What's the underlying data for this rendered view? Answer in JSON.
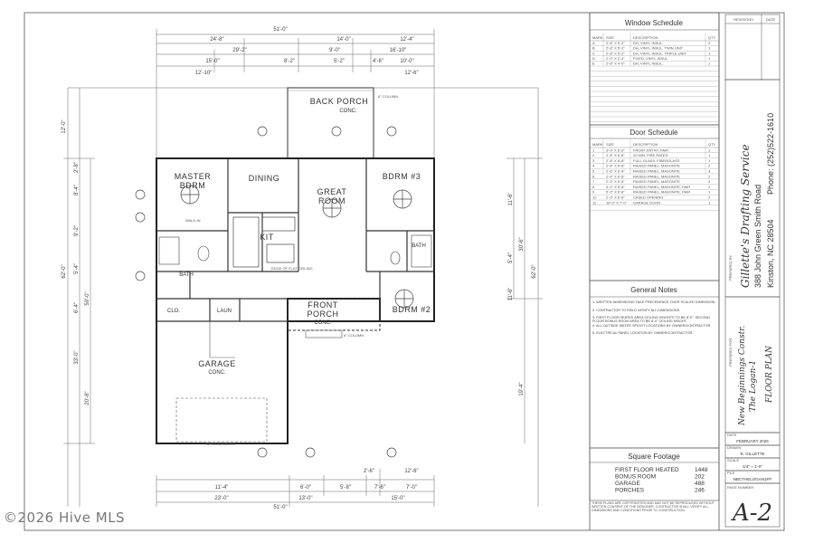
{
  "plan": {
    "overall": "51'-0\"",
    "dims_top": [
      "24'-8\"",
      "14'-0\"",
      "12'-4\"",
      "29'-2\"",
      "9'-0\"",
      "16'-10\"",
      "15'-0\"",
      "8'-2\"",
      "5'-2\"",
      "4'-6\"",
      "10'-0\"",
      "12'-10\"",
      "12'-6\""
    ],
    "dims_left": [
      "12'-0\"",
      "2'-8\"",
      "8'-4\"",
      "9'-2\"",
      "5'-4\"",
      "6'-4\"",
      "62'-0\"",
      "59'-0\"",
      "33'-0\"",
      "20'-8\""
    ],
    "dims_right": [
      "11'-6\"",
      "30'-6\"",
      "62'-0\"",
      "5'-4\"",
      "11'-6\"",
      "19'-4\""
    ],
    "dims_bottom": [
      "11'-4\"",
      "6'-0\"",
      "5'-8\"",
      "7'-6\"",
      "2'-6\"",
      "12'-6\"",
      "7'-0\"",
      "23'-0\"",
      "13'-0\"",
      "15'-0\""
    ],
    "rooms": {
      "back_porch": "BACK PORCH",
      "back_porch_sub": "CONC.",
      "master": "MASTER",
      "master2": "BDRM",
      "dining": "DINING",
      "great": "GREAT",
      "great2": "ROOM",
      "bdrm3": "BDRM #3",
      "kit": "KIT",
      "bath1": "BATH",
      "bath2": "BATH",
      "clo": "CLO.",
      "laun": "LAUN",
      "front_porch": "FRONT",
      "front_porch2": "PORCH",
      "front_porch_sub": "CONC.",
      "bdrm2": "BDRM #2",
      "garage": "GARAGE",
      "garage_sub": "CONC."
    },
    "notes": {
      "column": "6\" COLUMN",
      "column2": "6\" COLUMN",
      "beam": "W/ BEAM ABOVE",
      "attic": "EDGE OF FLAT CEILING",
      "walkin": "WALK-IN"
    }
  },
  "window_schedule": {
    "title": "Window Schedule",
    "headers": [
      "MARK",
      "SIZE",
      "DESCRIPTION",
      "QTY"
    ],
    "rows": [
      [
        "A",
        "2'-8\" X 5'-2\"",
        "DH, VINYL INSUL.",
        "4"
      ],
      [
        "B",
        "2'-8\" X 5'-2\"",
        "DH, VINYL INSUL. TWIN UNIT",
        "1"
      ],
      [
        "C",
        "2'-8\" X 5'-2\"",
        "DH, VINYL INSUL. TRIPLE UNIT",
        "1"
      ],
      [
        "D",
        "2'-0\" X 2'-4\"",
        "FIXED, VINYL INSUL.",
        "1"
      ],
      [
        "E",
        "2'-8\" X 4'-0\"",
        "DH, VINYL INSUL.",
        "1"
      ]
    ]
  },
  "door_schedule": {
    "title": "Door Schedule",
    "headers": [
      "MARK",
      "SIZE",
      "DESCRIPTION",
      "QTY"
    ],
    "rows": [
      [
        "1",
        "3'-0\" X 6'-8\"",
        "FRONT ENTRY, PAIR",
        "1"
      ],
      [
        "2",
        "2'-8\" X 6'-8\"",
        "20 MIN. FIRE RATED",
        "1"
      ],
      [
        "3",
        "2'-8\" X 6'-8\"",
        "FULL GLASS, FIBERGLASS",
        "1"
      ],
      [
        "4",
        "2'-8\" X 6'-8\"",
        "RAISED PANEL, MASONITE",
        "2"
      ],
      [
        "5",
        "2'-6\" X 6'-8\"",
        "RAISED PANEL, MASONITE",
        "3"
      ],
      [
        "6",
        "2'-4\" X 6'-8\"",
        "RAISED PANEL, MASONITE",
        "2"
      ],
      [
        "7",
        "2'-0\" X 6'-8\"",
        "RAISED PANEL, MASONITE",
        "3"
      ],
      [
        "8",
        "4'-0\" X 6'-8\"",
        "RAISED PANEL, MASONITE, PAIR",
        "2"
      ],
      [
        "9",
        "5'-0\" X 6'-8\"",
        "RAISED PANEL, MASONITE, PAIR",
        "1"
      ],
      [
        "10",
        "2'-0\" X 6'-8\"",
        "CASED OPENING",
        "2"
      ],
      [
        "11",
        "16'-0\" X 7'-0\"",
        "GARAGE DOOR",
        "1"
      ]
    ]
  },
  "general_notes": {
    "title": "General Notes",
    "items": [
      "1. WRITTEN DIMENSIONS TAKE PRECEDENCE OVER SCALED DIMENSION.",
      "2. CONTRACTOR TO FIELD VERIFY ALL DIMENSIONS.",
      "3. FIRST FLOOR HEATED AREA CEILING HEIGHTS TO BE 8'-0\". SECOND FLOOR BONUS ROOM AREA TO BE 8'-0\" CEILING HEIGHT.",
      "4. ALL OUTSIDE WATER SPIGOT LOCATIONS BY OWNER/CONTRACTOR.",
      "5. ELECTRICAL PANEL LOCATION BY OWNER/CONTRACTOR."
    ]
  },
  "square_footage": {
    "title": "Square Footage",
    "rows": [
      {
        "label": "FIRST FLOOR HEATED",
        "value": "1448"
      },
      {
        "label": "BONUS ROOM",
        "value": "202"
      },
      {
        "label": "GARAGE",
        "value": "488"
      },
      {
        "label": "PORCHES",
        "value": "246"
      }
    ]
  },
  "disclaimer": "THESE PLANS ARE COPYRIGHTED AND MAY NOT BE REPRODUCED WITHOUT WRITTEN CONSENT OF THE DESIGNER. CONTRACTOR SHALL VERIFY ALL DIMENSIONS AND CONDITIONS PRIOR TO CONSTRUCTION.",
  "title_block": {
    "revisions": "REVISIONS",
    "date": "DATE",
    "prepared_by": "PREPARED BY",
    "company": "Gillette's Drafting Service",
    "address": "388 John Green Smith Road",
    "city": "Kinston, NC 28504",
    "phone": "Phone: (252)522-1610",
    "prepared_for": "PREPARED FOR",
    "client": "New Beginnings Constr.",
    "project": "The Logan-1",
    "sheet_title": "FLOOR PLAN",
    "meta": [
      {
        "label": "DATE",
        "value": "FEBRUARY 2026"
      },
      {
        "label": "DRAWN",
        "value": "R. GILLETTE"
      },
      {
        "label": "SCALE",
        "value": "1/4\" = 1'-0\""
      },
      {
        "label": "FILE",
        "value": "NBCTHELOGAN1FP"
      }
    ],
    "page_number_label": "PAGE NUMBER",
    "page_number": "A-2"
  },
  "watermark": "©2026 Hive MLS"
}
